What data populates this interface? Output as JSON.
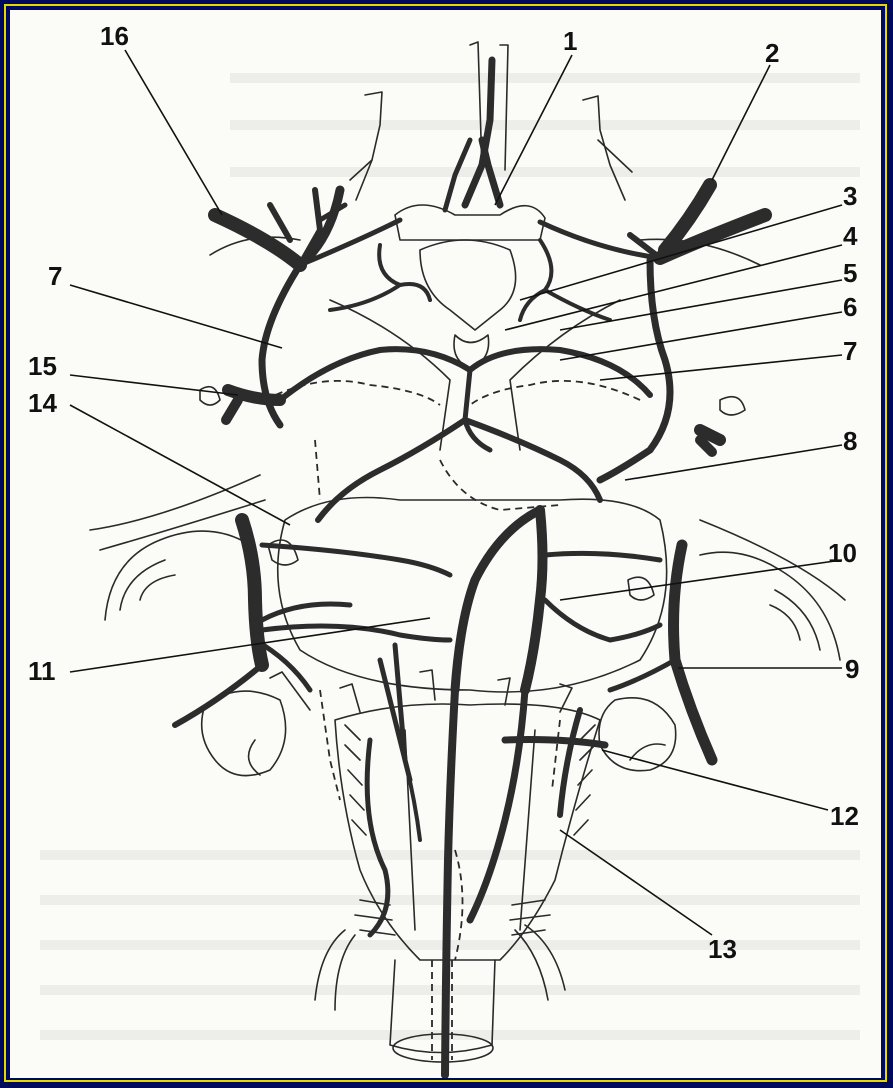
{
  "figure": {
    "labels": {
      "l1": "1",
      "l2": "2",
      "l3": "3",
      "l4": "4",
      "l5": "5",
      "l6": "6",
      "l7_left": "7",
      "l7_right": "7",
      "l8": "8",
      "l9": "9",
      "l10": "10",
      "l11": "11",
      "l12": "12",
      "l13": "13",
      "l14": "14",
      "l15": "15",
      "l16": "16"
    }
  },
  "colors": {
    "slide_background": "#000a5c",
    "frame_border": "#e3d800",
    "paper": "#fbfbf8",
    "ink": "#111111"
  }
}
